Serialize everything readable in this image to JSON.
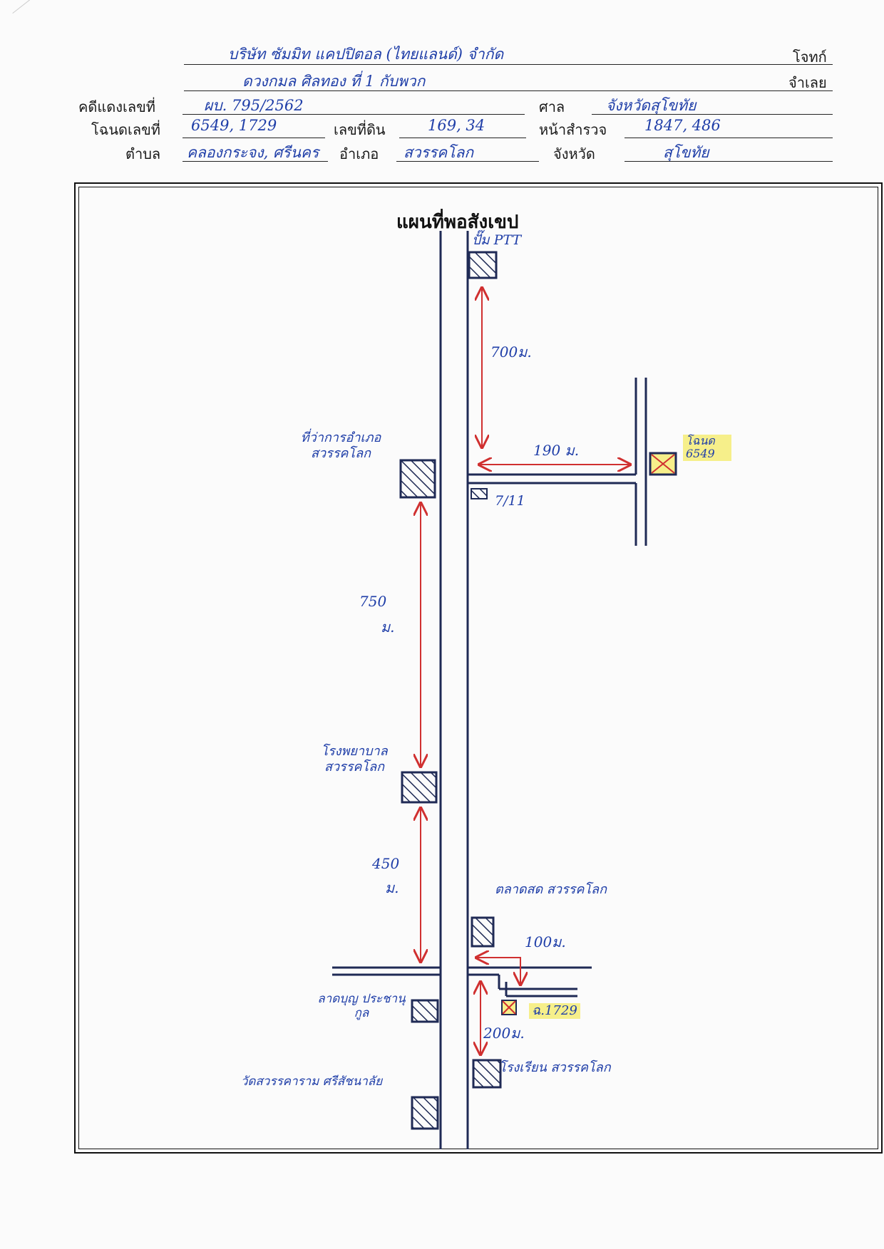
{
  "header": {
    "plaintiff_label": "โจทก์",
    "plaintiff_value": "บริษัท ซัมมิท แคปปิตอล (ไทยแลนด์) จำกัด",
    "defendant_label": "จำเลย",
    "defendant_value": "ดวงกมล ศิลทอง ที่ 1 กับพวก",
    "case_label": "คดีแดงเลขที่",
    "case_value": "ผบ. 795/2562",
    "court_label": "ศาล",
    "court_value": "จังหวัดสุโขทัย",
    "deed_label": "โฉนดเลขที่",
    "deed_value": "6549, 1729",
    "land_label": "เลขที่ดิน",
    "land_value": "169, 34",
    "survey_label": "หน้าสำรวจ",
    "survey_value": "1847, 486",
    "subdistrict_label": "ตำบล",
    "subdistrict_value": "คลองกระจง, ศรีนคร",
    "district_label": "อำเภอ",
    "district_value": "สวรรคโลก",
    "province_label": "จังหวัด",
    "province_value": "สุโขทัย"
  },
  "map": {
    "title": "แผนที่พอสังเขป",
    "landmarks": {
      "ptt": "ปั๊ม PTT",
      "district_office": "ที่ว่าการอำเภอ สวรรคโลก",
      "seven_eleven": "7/11",
      "hospital": "โรงพยาบาล สวรรคโลก",
      "market": "ตลาดสด สวรรคโลก",
      "school": "ลาดบุญ ประชานุกูล",
      "school_right": "โรงเรียน สวรรคโลก",
      "wat": "วัดสวรรคาราม ศรีสัชนาลัย",
      "plot_6549": "โฉนด 6549",
      "plot_1729": "ฉ.1729"
    },
    "distances": {
      "d_ptt": "700ม.",
      "d_190": "190 ม.",
      "d_750": "750",
      "d_750_unit": "ม.",
      "d_450": "450",
      "d_450_unit": "ม.",
      "d_100": "100ม.",
      "d_200": "200ม."
    },
    "colors": {
      "road": "#1f2a55",
      "arrow": "#d03030",
      "building_hatch": "#1f2a55",
      "highlight": "#f6ef8a"
    }
  }
}
